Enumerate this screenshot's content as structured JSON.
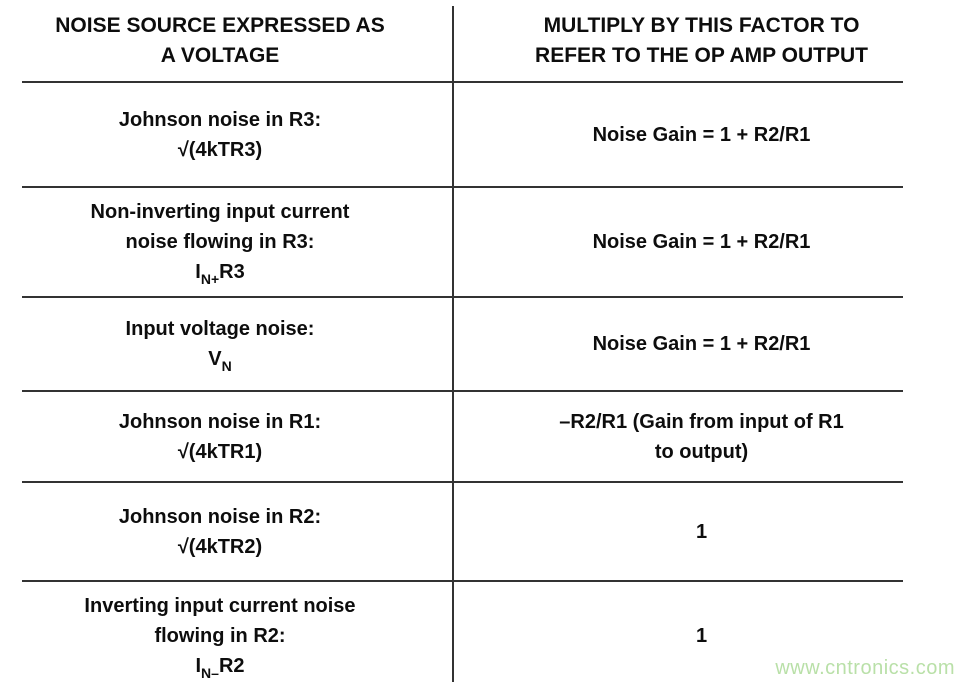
{
  "table": {
    "line_color": "#333333",
    "header": {
      "left": [
        "NOISE SOURCE EXPRESSED AS",
        "A VOLTAGE"
      ],
      "right": [
        "MULTIPLY BY THIS FACTOR TO",
        "REFER TO THE OP AMP OUTPUT"
      ]
    },
    "rows": [
      {
        "left_lines": [
          "Johnson noise in R3:",
          "√(4kTR3)"
        ],
        "right_lines": [
          "Noise Gain = 1 + R2/R1"
        ]
      },
      {
        "left_lines": [
          "Non-inverting input current",
          "noise flowing in R3:"
        ],
        "formula": {
          "pre": "I",
          "sub": "N+",
          "post": "R3"
        },
        "right_lines": [
          "Noise Gain = 1 + R2/R1"
        ]
      },
      {
        "left_lines": [
          "Input voltage noise:"
        ],
        "formula": {
          "pre": "V",
          "sub": "N",
          "post": ""
        },
        "right_lines": [
          "Noise Gain = 1 + R2/R1"
        ]
      },
      {
        "left_lines": [
          "Johnson noise in R1:",
          "√(4kTR1)"
        ],
        "right_lines": [
          "–R2/R1 (Gain from input of R1",
          "to output)"
        ]
      },
      {
        "left_lines": [
          "Johnson noise in R2:",
          "√(4kTR2)"
        ],
        "right_lines": [
          "1"
        ]
      },
      {
        "left_lines": [
          "Inverting input current noise",
          "flowing in R2:"
        ],
        "formula": {
          "pre": "I",
          "sub": "N–",
          "post": "R2"
        },
        "right_lines": [
          "1"
        ]
      }
    ]
  },
  "watermark": {
    "text": "www.cntronics.com",
    "color": "#b9e0a8"
  }
}
